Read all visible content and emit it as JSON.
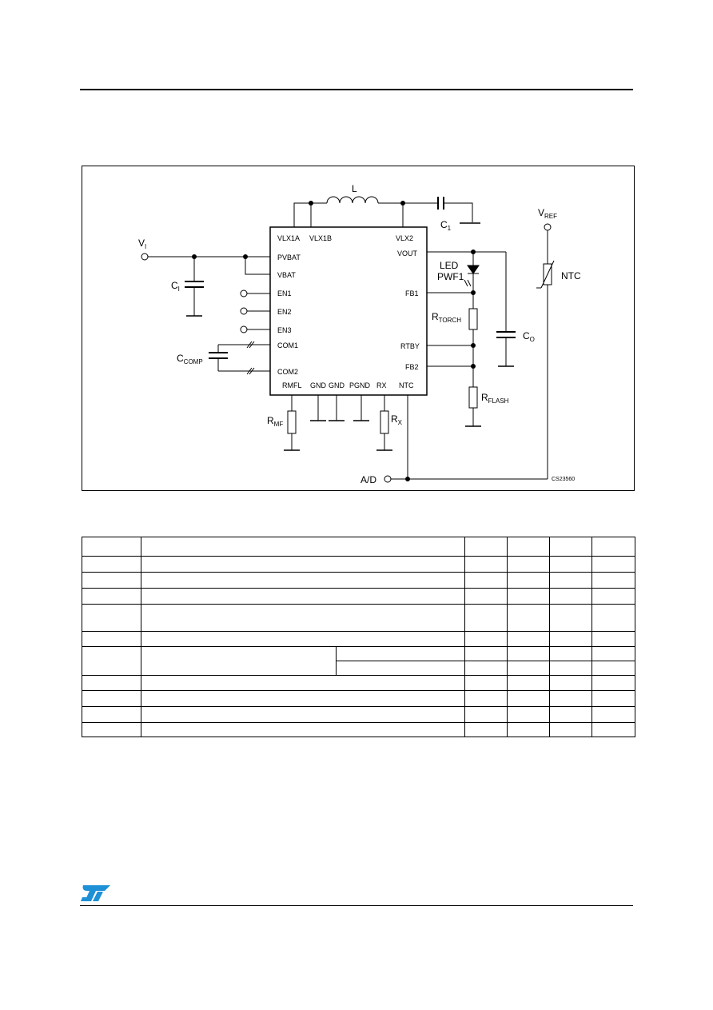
{
  "schematic": {
    "code": "CS23560",
    "pins": {
      "vlx1a": "VLX1A",
      "vlx1b": "VLX1B",
      "vlx2": "VLX2",
      "pvbat": "PVBAT",
      "vbat": "VBAT",
      "vout": "VOUT",
      "en1": "EN1",
      "en2": "EN2",
      "en3": "EN3",
      "com1": "COM1",
      "com2": "COM2",
      "fb1": "FB1",
      "rtby": "RTBY",
      "fb2": "FB2",
      "rmfl": "RMFL",
      "gnd1": "GND",
      "gnd2": "GND",
      "pgnd": "PGND",
      "rx": "RX",
      "ntc": "NTC"
    },
    "components": {
      "inductor": "L",
      "c1_main": "C",
      "c1_sub": "1",
      "vi_main": "V",
      "vi_sub": "I",
      "ci_main": "C",
      "ci_sub": "I",
      "ccomp_main": "C",
      "ccomp_sub": "COMP",
      "vref_main": "V",
      "vref_sub": "REF",
      "ntc": "NTC",
      "led_line1": "LED",
      "led_line2": "PWF1",
      "rtorch_main": "R",
      "rtorch_sub": "TORCH",
      "co_main": "C",
      "co_sub": "O",
      "rflash_main": "R",
      "rflash_sub": "FLASH",
      "rmf_main": "R",
      "rmf_sub": "MF",
      "rx_main": "R",
      "rx_sub": "X",
      "ad": "A/D"
    }
  },
  "table": {
    "rows": [
      {
        "cells": [
          "",
          "",
          "",
          "",
          "",
          ""
        ]
      },
      {
        "cells": [
          "",
          "",
          "",
          "",
          "",
          ""
        ]
      },
      {
        "cells": [
          "",
          "",
          "",
          "",
          "",
          ""
        ]
      },
      {
        "cells": [
          "",
          "",
          "",
          "",
          "",
          ""
        ]
      },
      {
        "cells": [
          "",
          "",
          "",
          "",
          "",
          ""
        ]
      },
      {
        "cells": [
          "",
          "",
          "",
          "",
          "",
          ""
        ]
      },
      {
        "cells": [
          "",
          "",
          "",
          "",
          "",
          ""
        ]
      },
      {
        "cells": [
          "",
          "",
          "",
          "",
          "",
          ""
        ]
      },
      {
        "cells": [
          "",
          "",
          "",
          "",
          "",
          ""
        ]
      },
      {
        "cells": [
          "",
          "",
          "",
          "",
          "",
          ""
        ]
      },
      {
        "cells": [
          "",
          "",
          "",
          "",
          "",
          ""
        ]
      },
      {
        "cells": [
          "",
          "",
          "",
          "",
          "",
          ""
        ]
      }
    ]
  },
  "footer": {
    "logo_icon": "st-logo-icon",
    "logo_color": "#1e90d6"
  }
}
